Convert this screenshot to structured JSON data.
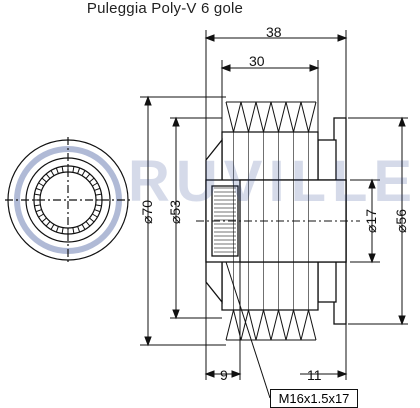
{
  "title": "Puleggia Poly-V 6 gole",
  "dims": {
    "overall_length": "38",
    "groove_length": "30",
    "dia_outer": "⌀70",
    "dia_groove": "⌀53",
    "dia_bore": "⌀17",
    "dia_flange": "⌀56",
    "offset_left": "9",
    "offset_right": "11",
    "thread": "M16x1.5x17"
  },
  "watermark": "RUVILLE",
  "colors": {
    "line": "#111111",
    "hatch": "#444444",
    "mark": "#1d3a8a"
  }
}
